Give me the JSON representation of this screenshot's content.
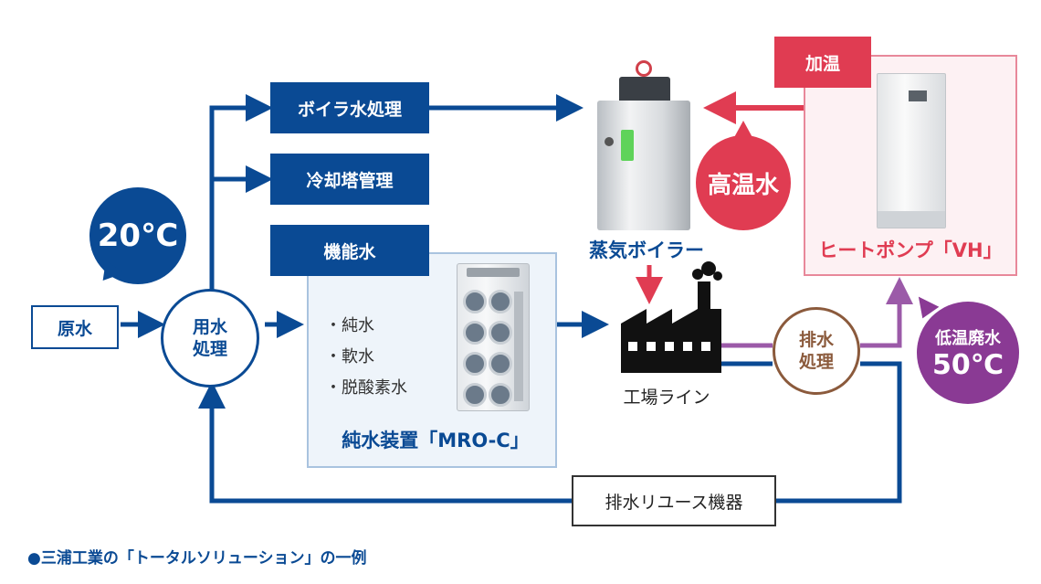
{
  "nodes": {
    "raw_water": "原水",
    "water_treatment_1": "用水",
    "water_treatment_2": "処理",
    "boiler_water": "ボイラ水処理",
    "cooling_tower": "冷却塔管理",
    "functional_water": "機能水",
    "pure_water_items": [
      "・純水",
      "・軟水",
      "・脱酸素水"
    ],
    "pure_water_device": "純水装置「MRO-C」",
    "steam_boiler": "蒸気ボイラー",
    "factory_line": "工場ライン",
    "drain_treatment_1": "排水",
    "drain_treatment_2": "処理",
    "heating": "加温",
    "heat_pump": "ヒートポンプ「VH」",
    "reuse_device": "排水リユース機器"
  },
  "badges": {
    "temp_20": "20℃",
    "hot_water": "高温水",
    "low_temp_waste": "低温廃水",
    "temp_50": "50℃"
  },
  "caption": "●三浦工業の「トータルソリューション」の一例",
  "colors": {
    "blue": "#0a4a94",
    "red": "#e03c52",
    "pink_border": "#e8889a",
    "purple": "#8a3a94",
    "purple_line": "#9b5aa8",
    "brown": "#8b5a3c",
    "light_blue_bg": "#eef4fa"
  }
}
